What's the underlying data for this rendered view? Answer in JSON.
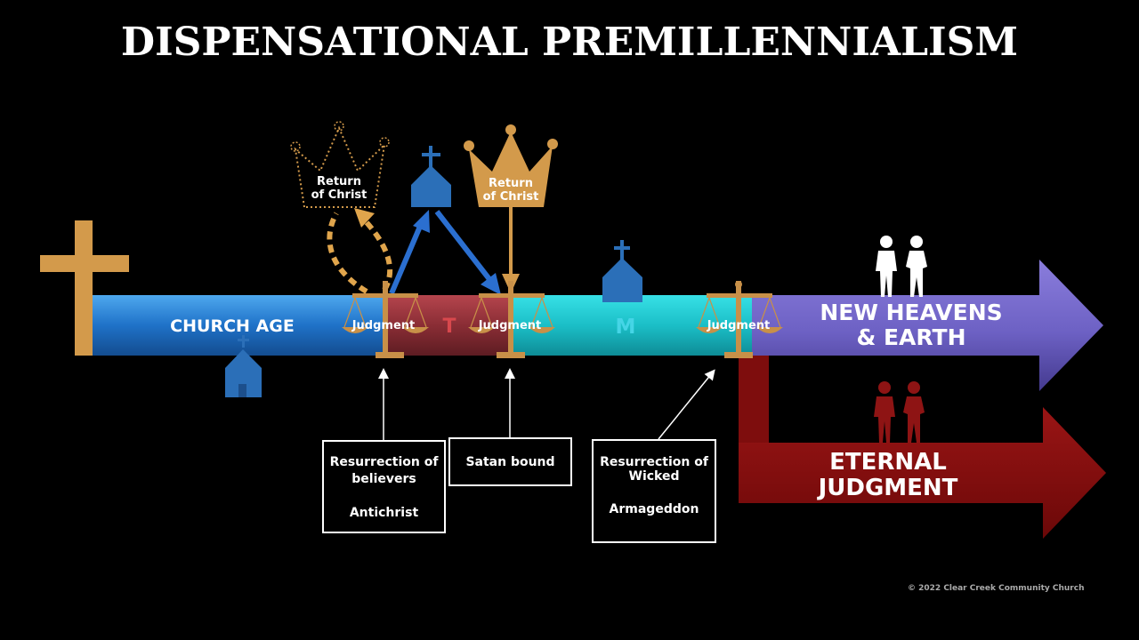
{
  "title": "DISPENSATIONAL PREMILLENNIALISM",
  "timeline": {
    "church_age": "CHURCH AGE",
    "tribulation": "T",
    "millennium": "M",
    "new_heavens_line1": "NEW HEAVENS",
    "new_heavens_line2": "& EARTH",
    "eternal_line1": "ETERNAL",
    "eternal_line2": "JUDGMENT"
  },
  "judgments": [
    "Judgment",
    "Judgment",
    "Judgment"
  ],
  "crowns": {
    "rapture": {
      "line1": "Return",
      "line2": "of Christ"
    },
    "second_coming": {
      "line1": "Return",
      "line2": "of Christ"
    }
  },
  "boxes": {
    "rapture": {
      "line1": "Resurrection of",
      "line2": "believers",
      "line3": "Antichrist"
    },
    "satan": {
      "line1": "Satan bound"
    },
    "wicked": {
      "line1": "Resurrection of",
      "line2": "Wicked",
      "line3": "Armageddon"
    }
  },
  "colors": {
    "background": "#000000",
    "gold": "#d39a4b",
    "church_blue": "#1e6fc2",
    "tribulation_red": "#8e2f36",
    "millennium_cyan": "#19c1c8",
    "new_heavens_purple": "#7266c9",
    "eternal_red": "#7e0d0d"
  },
  "copyright": "© 2022 Clear Creek Community Church"
}
